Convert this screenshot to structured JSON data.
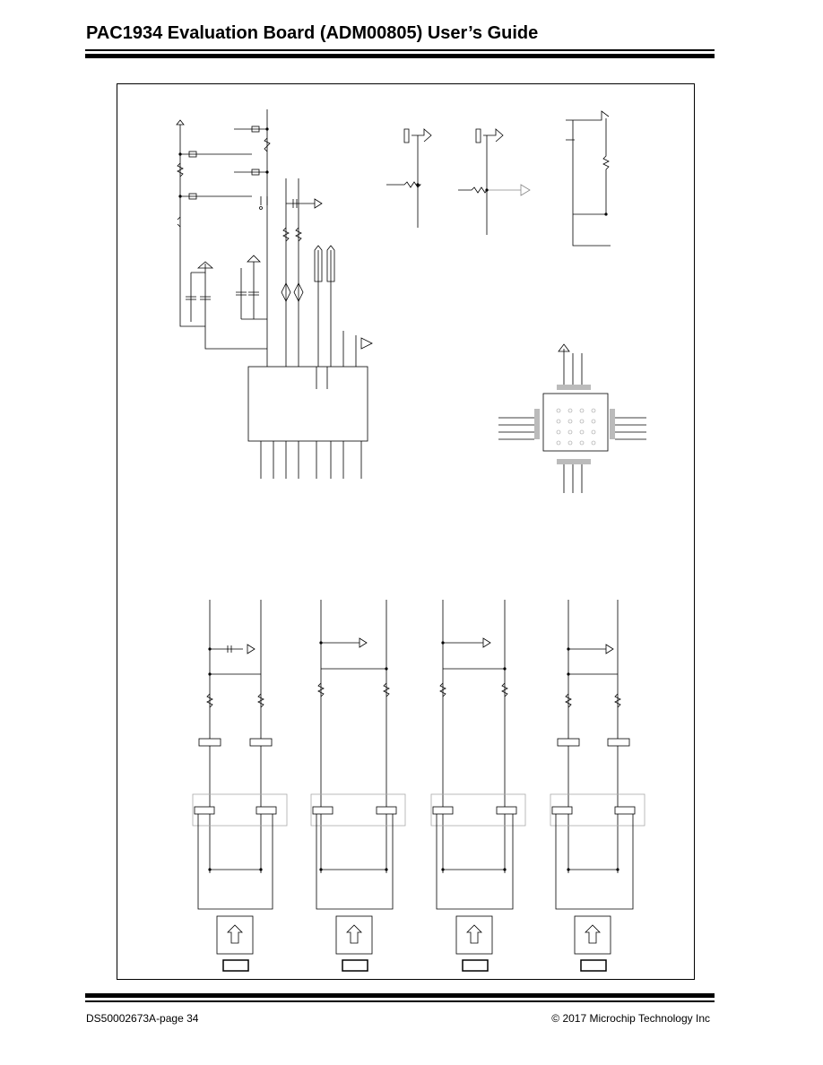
{
  "header": {
    "title": "PAC1934 Evaluation Board (ADM00805) User’s Guide"
  },
  "footer": {
    "doc_id": "DS50002673A-page 34",
    "copyright": "© 2017 Microchip Technology Inc"
  },
  "figure": {
    "description_visible": false,
    "channel_count": 4
  }
}
